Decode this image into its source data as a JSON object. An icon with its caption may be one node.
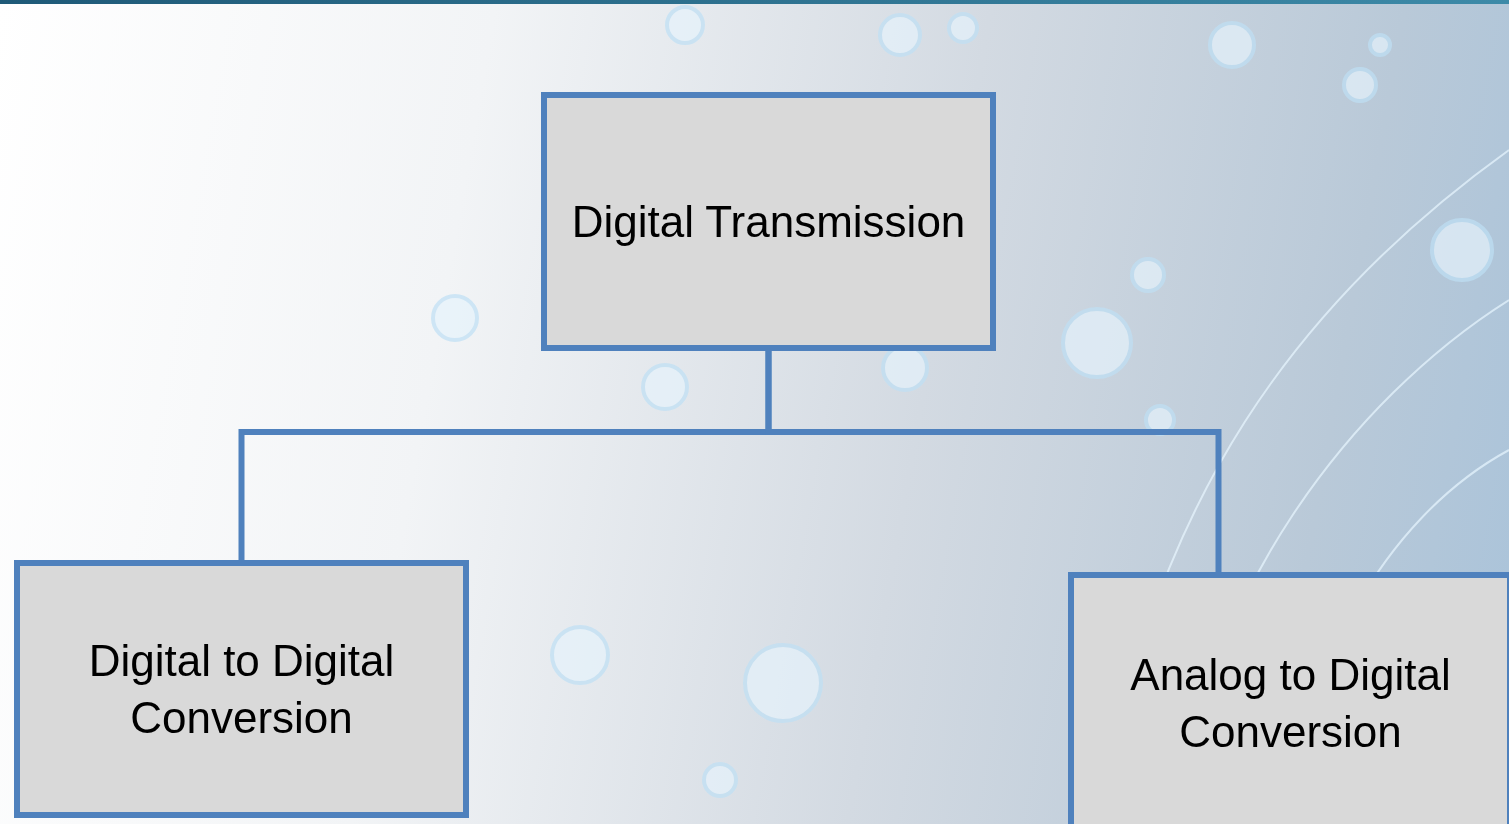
{
  "diagram": {
    "nodes": [
      {
        "text": [
          "Digital Transmission"
        ]
      },
      {
        "text": [
          "Digital to Digital Conversion"
        ]
      },
      {
        "text": [
          "Analog to Digital Conversion"
        ]
      }
    ],
    "edges": [
      {
        "from": 0,
        "to": 1,
        "arrow": "none"
      },
      {
        "from": 0,
        "to": 2,
        "arrow": "none"
      }
    ]
  }
}
